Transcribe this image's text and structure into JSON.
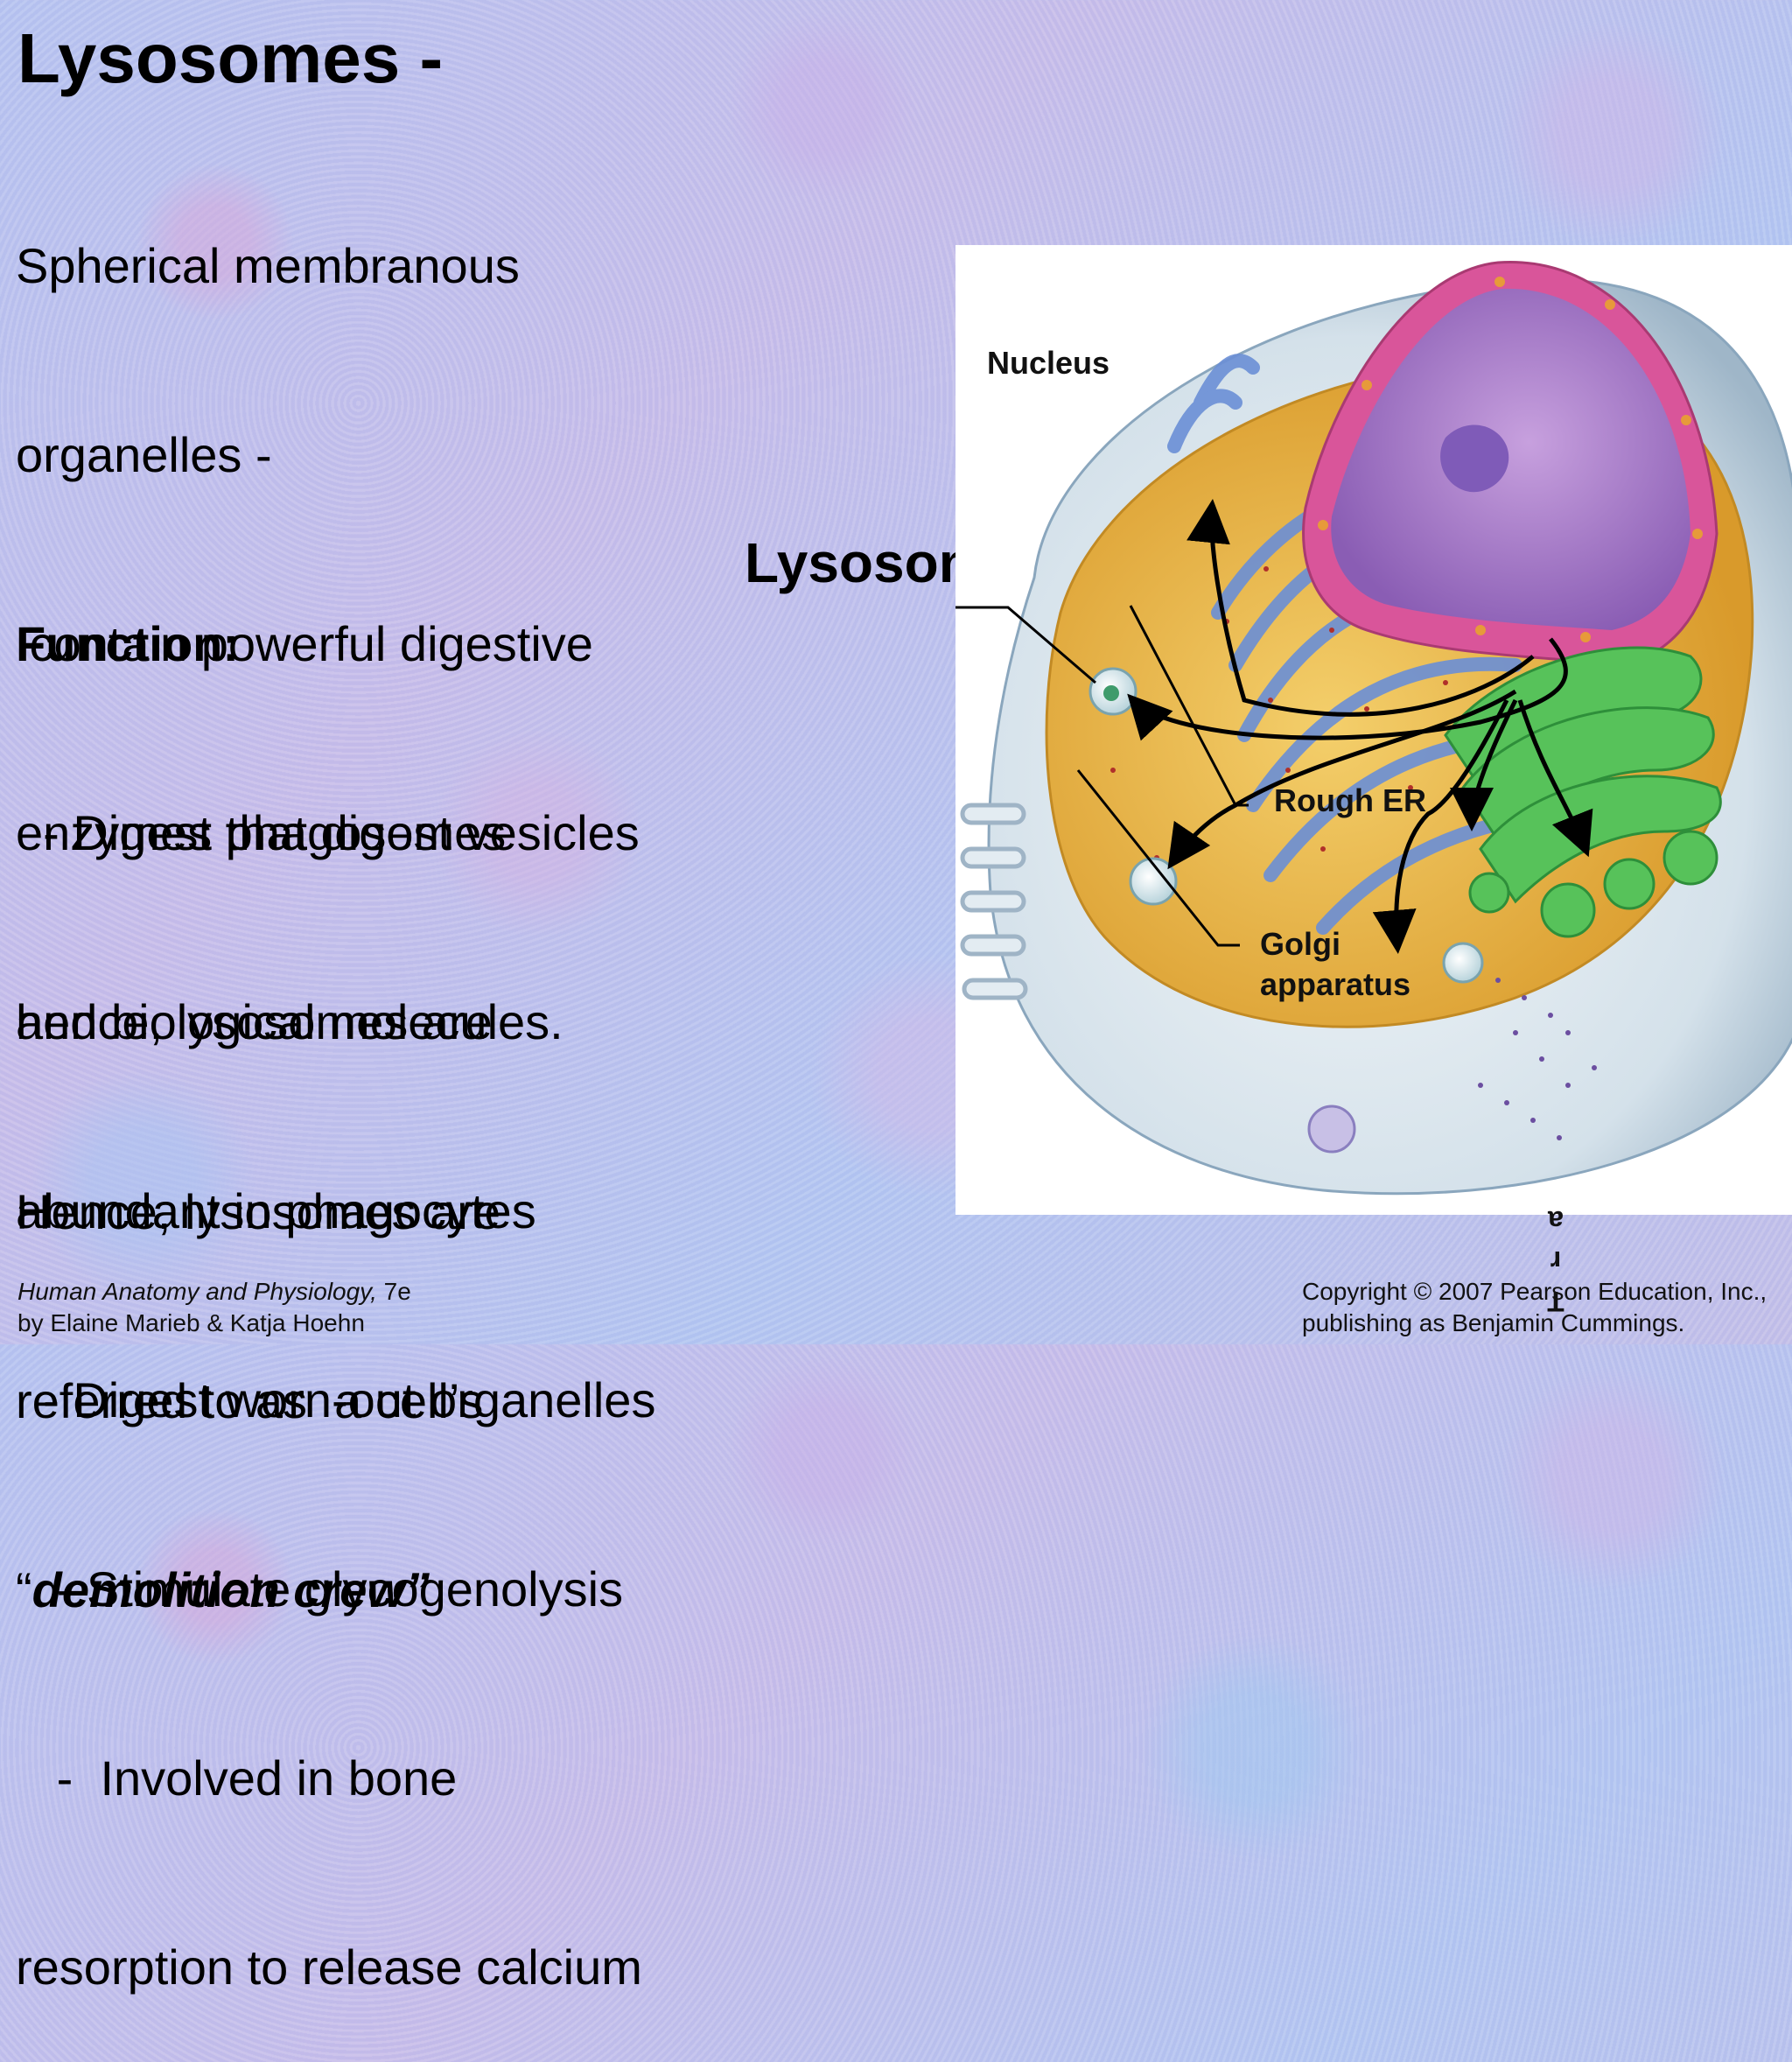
{
  "slide": {
    "title": "Lysosomes -",
    "intro": [
      "Spherical membranous",
      "organelles -",
      " contain powerful digestive",
      "enzymes that digest vesicles",
      "and biological molecules."
    ],
    "function_heading": "Function:",
    "functions": [
      "  - Digest phagosomes",
      "hence, lysosomes are",
      "abundant in phagocytes",
      "  - Digest worn-out organelles",
      "   - Stimulate glycogenolysis",
      "   -  Involved in bone",
      "resorption to release calcium"
    ],
    "conclusion": [
      "Hence, lysosomes are",
      "referred to as  a cell’s"
    ],
    "quote_open": "“",
    "emphasis": "demolition crew",
    "quote_close": "”"
  },
  "diagram": {
    "labels": {
      "nucleus": "Nucleus",
      "lysosome": "Lysosome",
      "rough_er": "Rough ER",
      "golgi_line1": "Golgi",
      "golgi_line2": "apparatus",
      "stray_a": "a",
      "stray_r": "r",
      "stray_t": "T"
    },
    "colors": {
      "nucleus": "#a877c8",
      "nuclear_envelope": "#d9559a",
      "rough_er": "#6b8fd6",
      "golgi": "#5cc35a",
      "cytoplasm": "#e8b34a",
      "membrane": "#c9d9e6"
    }
  },
  "footer": {
    "book_title": "Human Anatomy and Physiology,",
    "edition": " 7e",
    "authors": "by Elaine Marieb & Katja Hoehn",
    "copyright_1": "Copyright © 2007 Pearson Education, Inc.,",
    "copyright_2": "publishing as Benjamin Cummings."
  }
}
